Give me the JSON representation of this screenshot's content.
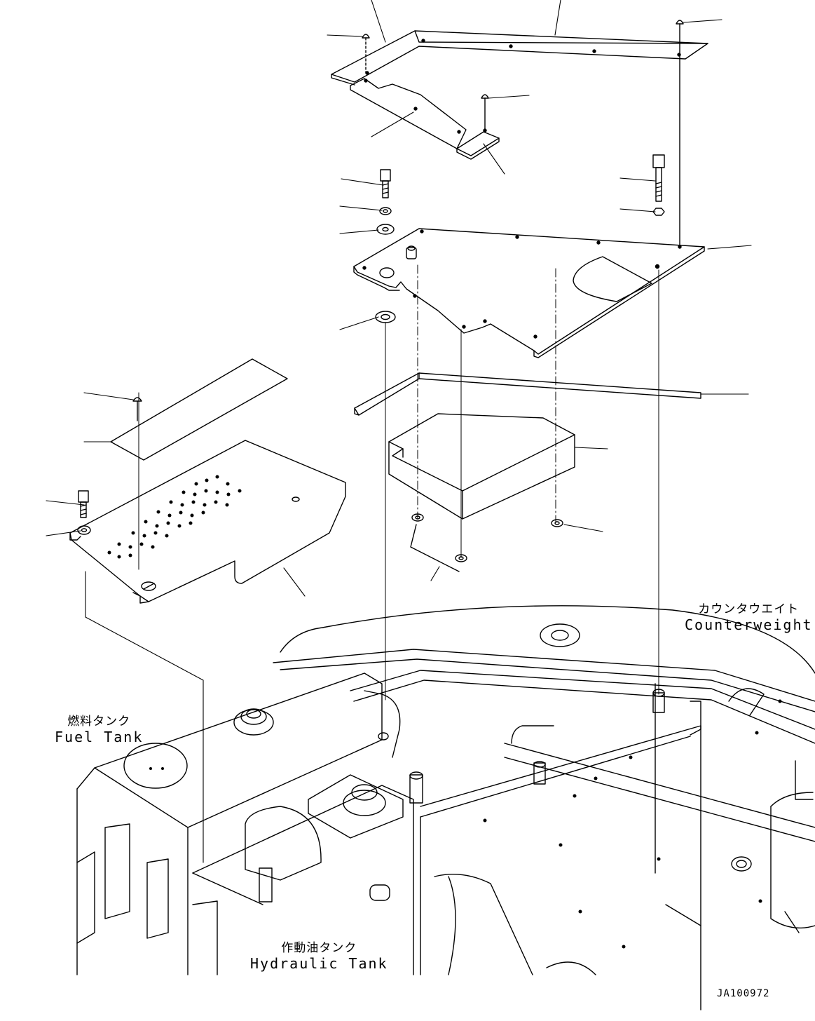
{
  "labels": {
    "counterweight": {
      "jp": "カウンタウエイト",
      "en": "Counterweight"
    },
    "fuel_tank": {
      "jp": "燃料タンク",
      "en": "Fuel Tank"
    },
    "hydraulic_tank": {
      "jp": "作動油タンク",
      "en": "Hydraulic Tank"
    }
  },
  "document_number": "JA100972"
}
